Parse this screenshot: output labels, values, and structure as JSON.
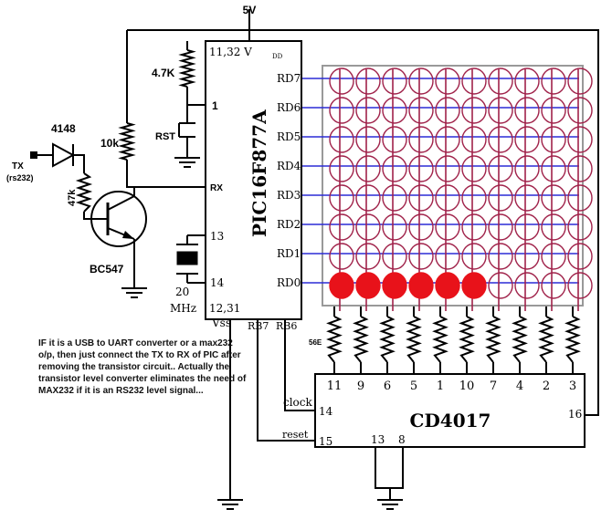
{
  "labels": {
    "supply": "5V",
    "mcu_name": "PIC16F877A",
    "mcu_vdd_pins": "11,32",
    "mcu_vdd": "V",
    "mcu_vdd_sub": "DD",
    "mcu_vss_pins": "12,31",
    "mcu_vss": "Vss",
    "mcu_pin1": "1",
    "mcu_rx": "RX",
    "mcu_pin13": "13",
    "mcu_pin14": "14",
    "mcu_rb7": "RB7",
    "mcu_rb6": "RB6",
    "r_pullup": "4.7K",
    "rst": "RST",
    "r_base": "10k",
    "r_47k": "47k",
    "diode": "4148",
    "tx": "TX",
    "tx_sub": "(rs232)",
    "transistor": "BC547",
    "crystal_freq": "20",
    "crystal_unit": "MHz",
    "r_led": "56E",
    "counter_name": "CD4017",
    "counter_clock": "clock",
    "counter_reset": "reset",
    "counter_pin14": "14",
    "counter_pin15": "15",
    "counter_pin16": "16",
    "counter_pin13": "13",
    "counter_pin8": "8"
  },
  "rows": [
    "RD7",
    "RD6",
    "RD5",
    "RD4",
    "RD3",
    "RD2",
    "RD1",
    "RD0"
  ],
  "columns": [
    "11",
    "9",
    "6",
    "5",
    "1",
    "10",
    "7",
    "4",
    "2",
    "3"
  ],
  "lit_leds": {
    "row": "RD0",
    "count": 6
  },
  "note": "IF it is a USB to UART converter or a max232 o/p, then just connect the TX to RX of PIC after removing the transistor circuit.. Actually the transistor level converter eliminates the need of MAX232 if it is an RS232 level signal...",
  "colors": {
    "wire": "#000000",
    "grid_wire": "#2b2bd6",
    "led_outline": "#a0224a",
    "led_lit": "#e8121a",
    "matrix_border": "#999999"
  }
}
